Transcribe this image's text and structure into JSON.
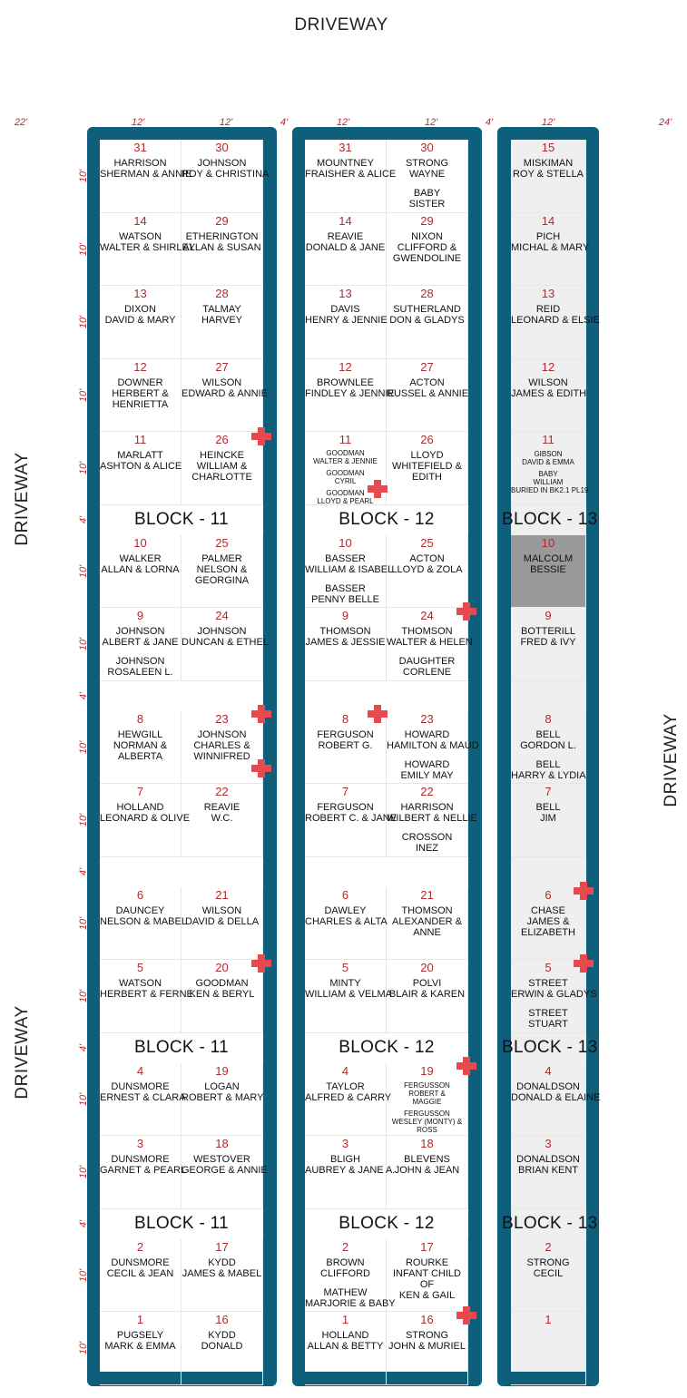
{
  "top_driveway": "DRIVEWAY",
  "left_driveway_upper": "DRIVEWAY",
  "left_driveway_lower": "DRIVEWAY",
  "right_driveway": "DRIVEWAY",
  "dims": {
    "left_margin": "22'",
    "right_margin": "24'",
    "b11_col1": "12'",
    "b11_col2": "12'",
    "gap1": "4'",
    "b12_col1": "12'",
    "b12_col2": "12'",
    "gap2": "4'",
    "b13_col1": "12'"
  },
  "row_dims": [
    "10'",
    "10'",
    "10'",
    "10'",
    "10'",
    "4'",
    "10'",
    "10'",
    "4'",
    "10'",
    "10'",
    "4'",
    "10'",
    "10'",
    "4'",
    "10'",
    "10'",
    "4'",
    "10'",
    "10'"
  ],
  "blocks": [
    {
      "labels": [
        "BLOCK - 11",
        "BLOCK - 11",
        "BLOCK - 11"
      ],
      "cols": [
        [
          {
            "num": "31",
            "lines": [
              "HARRISON",
              "SHERMAN & ANNIE"
            ]
          },
          {
            "num": "14",
            "lines": [
              "WATSON",
              "WALTER & SHIRLEY"
            ]
          },
          {
            "num": "13",
            "lines": [
              "DIXON",
              "DAVID & MARY"
            ]
          },
          {
            "num": "12",
            "lines": [
              "DOWNER",
              "HERBERT &",
              "HENRIETTA"
            ]
          },
          {
            "num": "11",
            "lines": [
              "MARLATT",
              "ASHTON & ALICE"
            ]
          },
          {
            "num": "10",
            "lines": [
              "WALKER",
              "ALLAN & LORNA"
            ]
          },
          {
            "num": "9",
            "lines": [
              "JOHNSON",
              "ALBERT & JANE",
              "",
              "JOHNSON",
              "ROSALEEN L."
            ]
          },
          {
            "num": "8",
            "lines": [
              "HEWGILL",
              "NORMAN &",
              "ALBERTA"
            ]
          },
          {
            "num": "7",
            "lines": [
              "HOLLAND",
              "LEONARD & OLIVE"
            ]
          },
          {
            "num": "6",
            "lines": [
              "DAUNCEY",
              "NELSON & MABEL"
            ]
          },
          {
            "num": "5",
            "lines": [
              "WATSON",
              "HERBERT & FERNE"
            ]
          },
          {
            "num": "4",
            "lines": [
              "DUNSMORE",
              "ERNEST & CLARA"
            ]
          },
          {
            "num": "3",
            "lines": [
              "DUNSMORE",
              "GARNET & PEARL"
            ]
          },
          {
            "num": "2",
            "lines": [
              "DUNSMORE",
              "CECIL  & JEAN"
            ]
          },
          {
            "num": "1",
            "lines": [
              "PUGSELY",
              "MARK & EMMA"
            ]
          }
        ],
        [
          {
            "num": "30",
            "lines": [
              "JOHNSON",
              "ROY & CHRISTINA"
            ]
          },
          {
            "num": "29",
            "lines": [
              "ETHERINGTON",
              "ALLAN & SUSAN"
            ]
          },
          {
            "num": "28",
            "lines": [
              "TALMAY",
              "HARVEY"
            ]
          },
          {
            "num": "27",
            "lines": [
              "WILSON",
              "EDWARD & ANNIE"
            ]
          },
          {
            "num": "26",
            "lines": [
              "HEINCKE",
              "WILLIAM &",
              "CHARLOTTE"
            ]
          },
          {
            "num": "25",
            "lines": [
              "PALMER",
              "NELSON &",
              "GEORGINA"
            ]
          },
          {
            "num": "24",
            "lines": [
              "JOHNSON",
              "DUNCAN & ETHEL"
            ]
          },
          {
            "num": "23",
            "lines": [
              "JOHNSON",
              "CHARLES &",
              "WINNIFRED"
            ]
          },
          {
            "num": "22",
            "lines": [
              "REAVIE",
              "W.C."
            ]
          },
          {
            "num": "21",
            "lines": [
              "WILSON",
              "DAVID & DELLA"
            ]
          },
          {
            "num": "20",
            "lines": [
              "GOODMAN",
              "KEN & BERYL"
            ]
          },
          {
            "num": "19",
            "lines": [
              "LOGAN",
              "ROBERT & MARY"
            ]
          },
          {
            "num": "18",
            "lines": [
              "WESTOVER",
              "GEORGE & ANNIE"
            ]
          },
          {
            "num": "17",
            "lines": [
              "KYDD",
              "JAMES & MABEL"
            ]
          },
          {
            "num": "16",
            "lines": [
              "KYDD",
              "DONALD"
            ]
          }
        ]
      ]
    },
    {
      "labels": [
        "BLOCK - 12",
        "BLOCK - 12",
        "BLOCK - 12"
      ],
      "cols": [
        [
          {
            "num": "31",
            "lines": [
              "MOUNTNEY",
              "FRAISHER & ALICE"
            ]
          },
          {
            "num": "14",
            "lines": [
              "REAVIE",
              "DONALD & JANE"
            ]
          },
          {
            "num": "13",
            "lines": [
              "DAVIS",
              "HENRY & JENNIE"
            ]
          },
          {
            "num": "12",
            "lines": [
              "BROWNLEE",
              "FINDLEY & JENNIE"
            ]
          },
          {
            "num": "11",
            "small": true,
            "lines": [
              "GOODMAN",
              "WALTER & JENNIE",
              "",
              "GOODMAN",
              "CYRIL",
              "",
              "GOODMAN",
              "LLOYD & PEARL"
            ]
          },
          {
            "num": "10",
            "lines": [
              "BASSER",
              "WILLIAM & ISABEL",
              "",
              "BASSER",
              "PENNY BELLE"
            ]
          },
          {
            "num": "9",
            "lines": [
              "THOMSON",
              "JAMES & JESSIE"
            ]
          },
          {
            "num": "8",
            "lines": [
              "FERGUSON",
              "ROBERT  G."
            ]
          },
          {
            "num": "7",
            "lines": [
              "FERGUSON",
              "ROBERT  C. & JANE"
            ]
          },
          {
            "num": "6",
            "lines": [
              "DAWLEY",
              "CHARLES & ALTA"
            ]
          },
          {
            "num": "5",
            "lines": [
              "MINTY",
              "WILLIAM & VELMA"
            ]
          },
          {
            "num": "4",
            "lines": [
              "TAYLOR",
              "ALFRED & CARRY"
            ]
          },
          {
            "num": "3",
            "lines": [
              "BLIGH",
              "AUBREY & JANE A."
            ]
          },
          {
            "num": "2",
            "lines": [
              "BROWN",
              "CLIFFORD",
              "",
              "MATHEW",
              "MARJORIE & BABY"
            ]
          },
          {
            "num": "1",
            "lines": [
              "HOLLAND",
              "ALLAN & BETTY"
            ]
          }
        ],
        [
          {
            "num": "30",
            "lines": [
              "STRONG",
              "WAYNE",
              "",
              "BABY",
              "SISTER"
            ]
          },
          {
            "num": "29",
            "lines": [
              "NIXON",
              "CLIFFORD &",
              "GWENDOLINE"
            ]
          },
          {
            "num": "28",
            "lines": [
              "SUTHERLAND",
              "DON & GLADYS"
            ]
          },
          {
            "num": "27",
            "lines": [
              "ACTON",
              "RUSSEL & ANNIE"
            ]
          },
          {
            "num": "26",
            "lines": [
              "LLOYD",
              "WHITEFIELD &",
              "EDITH"
            ]
          },
          {
            "num": "25",
            "lines": [
              "ACTON",
              "LLOYD & ZOLA"
            ]
          },
          {
            "num": "24",
            "lines": [
              "THOMSON",
              "WALTER & HELEN",
              "",
              "DAUGHTER",
              "CORLENE"
            ]
          },
          {
            "num": "23",
            "lines": [
              "HOWARD",
              "HAMILTON & MAUD",
              "",
              "HOWARD",
              "EMILY MAY"
            ]
          },
          {
            "num": "22",
            "lines": [
              "HARRISON",
              "WILBERT & NELLIE",
              "",
              "CROSSON",
              "INEZ"
            ]
          },
          {
            "num": "21",
            "lines": [
              "THOMSON",
              "ALEXANDER &",
              "ANNE"
            ]
          },
          {
            "num": "20",
            "lines": [
              "POLVI",
              "BLAIR & KAREN"
            ]
          },
          {
            "num": "19",
            "small2": true,
            "lines": [
              "FERGUSSON",
              "ROBERT &",
              "MAGGIE",
              "",
              "FERGUSSON",
              "WESLEY (MONTY) &",
              "ROSS"
            ]
          },
          {
            "num": "18",
            "lines": [
              "BLEVENS",
              "JOHN & JEAN"
            ]
          },
          {
            "num": "17",
            "lines": [
              "ROURKE",
              "INFANT CHILD",
              "OF",
              "KEN & GAIL"
            ]
          },
          {
            "num": "16",
            "lines": [
              "STRONG",
              "JOHN & MURIEL"
            ]
          }
        ]
      ]
    },
    {
      "labels": [
        "BLOCK - 13",
        "BLOCK - 13",
        "BLOCK - 13"
      ],
      "cols": [
        [
          {
            "num": "15",
            "lines": [
              "MISKIMAN",
              "ROY & STELLA"
            ]
          },
          {
            "num": "14",
            "lines": [
              "PICH",
              "MICHAL & MARY"
            ]
          },
          {
            "num": "13",
            "lines": [
              "REID",
              "LEONARD & ELSIE"
            ]
          },
          {
            "num": "12",
            "lines": [
              "WILSON",
              "JAMES & EDITH"
            ]
          },
          {
            "num": "11",
            "small3": true,
            "lines": [
              "GIBSON",
              "DAVID & EMMA",
              "",
              "BABY",
              "WILLIAM",
              "BURIED IN BK2.1 PL19"
            ]
          },
          {
            "num": "10",
            "dark": true,
            "lines": [
              "MALCOLM",
              "BESSIE"
            ]
          },
          {
            "num": "9",
            "lines": [
              "BOTTERILL",
              "FRED & IVY"
            ]
          },
          {
            "num": "8",
            "lines": [
              "BELL",
              "GORDON L.",
              "",
              "BELL",
              "HARRY & LYDIA"
            ]
          },
          {
            "num": "7",
            "lines": [
              "BELL",
              "JIM"
            ]
          },
          {
            "num": "6",
            "lines": [
              "CHASE",
              "JAMES &",
              "ELIZABETH"
            ]
          },
          {
            "num": "5",
            "lines": [
              "STREET",
              "ERWIN & GLADYS",
              "",
              "STREET",
              "STUART"
            ]
          },
          {
            "num": "4",
            "lines": [
              "DONALDSON",
              "DONALD & ELAINE"
            ]
          },
          {
            "num": "3",
            "lines": [
              "DONALDSON",
              "BRIAN KENT"
            ]
          },
          {
            "num": "2",
            "lines": [
              "STRONG",
              "CECIL"
            ]
          },
          {
            "num": "1",
            "lines": []
          }
        ]
      ]
    }
  ]
}
